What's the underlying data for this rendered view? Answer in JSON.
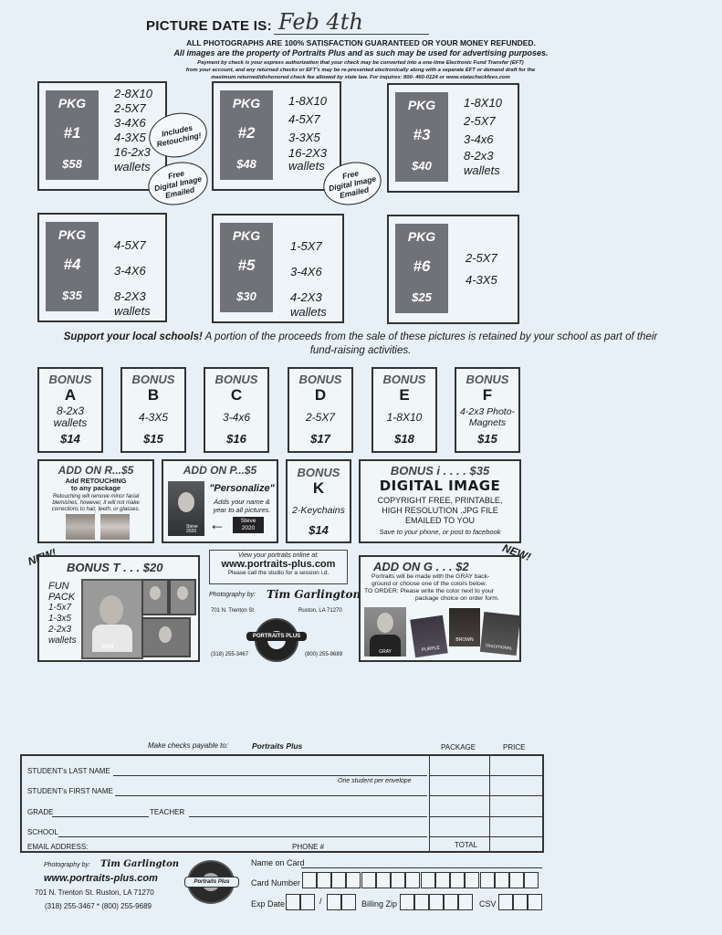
{
  "header": {
    "title": "PICTURE DATE IS:",
    "date_handwritten": "Feb 4th",
    "line1": "ALL PHOTOGRAPHS ARE 100% SATISFACTION GUARANTEED OR YOUR MONEY REFUNDED.",
    "line2": "All images are the property of Portraits Plus and as such may be used for advertising purposes.",
    "line3": "Payment by check is your express authorization that your check may be converted into a one-time Electronic Fund Transfer (EFT)",
    "line4": "from your account, and any returned checks or EFT's may be re-presented electronically along with a separate EFT or demand draft for the",
    "line5": "maximum returned/dishonored check fee allowed by state law. For inquires: 800- 460-0124 or www.statecheckfees.com"
  },
  "packages": [
    {
      "label": "PKG",
      "num": "#1",
      "price": "$58",
      "items": [
        "2-8X10",
        "2-5X7",
        "3-4X6",
        "4-3X5",
        "16-2x3",
        "wallets"
      ]
    },
    {
      "label": "PKG",
      "num": "#2",
      "price": "$48",
      "items": [
        "1-8X10",
        "4-5X7",
        "3-3X5",
        "16-2X3",
        "wallets"
      ]
    },
    {
      "label": "PKG",
      "num": "#3",
      "price": "$40",
      "items": [
        "1-8X10",
        "2-5X7",
        "3-4x6",
        "8-2x3",
        "wallets"
      ]
    },
    {
      "label": "PKG",
      "num": "#4",
      "price": "$35",
      "items": [
        "4-5X7",
        "3-4X6",
        "8-2X3",
        "wallets"
      ]
    },
    {
      "label": "PKG",
      "num": "#5",
      "price": "$30",
      "items": [
        "1-5X7",
        "3-4X6",
        "4-2X3",
        "wallets"
      ]
    },
    {
      "label": "PKG",
      "num": "#6",
      "price": "$25",
      "items": [
        "2-5X7",
        "4-3X5"
      ]
    }
  ],
  "ovals": {
    "retouch": [
      "Includes",
      "Retouching!"
    ],
    "digital1": [
      "Free",
      "Digital Image",
      "Emailed"
    ],
    "digital2": [
      "Free",
      "Digital Image",
      "Emailed"
    ]
  },
  "support": {
    "bold": "Support your local schools!",
    "text": " A portion of the proceeds from the sale of these pictures is retained by your school as part of their fund-raising activities."
  },
  "bonus": [
    {
      "title": "BONUS",
      "letter": "A",
      "desc": [
        "8-2x3",
        "wallets"
      ],
      "price": "$14"
    },
    {
      "title": "BONUS",
      "letter": "B",
      "desc": [
        "4-3X5"
      ],
      "price": "$15"
    },
    {
      "title": "BONUS",
      "letter": "C",
      "desc": [
        "3-4x6"
      ],
      "price": "$16"
    },
    {
      "title": "BONUS",
      "letter": "D",
      "desc": [
        "2-5X7"
      ],
      "price": "$17"
    },
    {
      "title": "BONUS",
      "letter": "E",
      "desc": [
        "1-8X10"
      ],
      "price": "$18"
    },
    {
      "title": "BONUS",
      "letter": "F",
      "desc": [
        "4-2x3 Photo-",
        "Magnets"
      ],
      "price": "$15"
    }
  ],
  "addon_r": {
    "title": "ADD ON R...$5",
    "sub1": "Add RETOUCHING",
    "sub2": "to any package",
    "note1": "Retouching will remove minor facial",
    "note2": "blemishes, however, it will not make",
    "note3": "corrections to hair, teeth, or glasses."
  },
  "addon_p": {
    "title": "ADD ON P...$5",
    "name": "\"Personalize\"",
    "l1": "Adds your name &",
    "l2": "year to all pictures.",
    "tag1": "Steve",
    "tag2": "2020"
  },
  "bonus_k": {
    "title": "BONUS",
    "letter": "K",
    "desc": "2-Keychains",
    "price": "$14"
  },
  "bonus_i": {
    "title": "BONUS i . . . . $35",
    "headline": "DIGITAL IMAGE",
    "l1": "COPYRIGHT FREE, PRINTABLE,",
    "l2": "HIGH RESOLUTION .JPG FILE",
    "l3": "EMAILED TO YOU",
    "l4": "Save to your phone, or post to facebook"
  },
  "bonus_t": {
    "new": "NEW!",
    "title": "BONUS T . . . $20",
    "items": [
      "FUN",
      "PACK",
      "1-5x7",
      "1-3x5",
      "2-2x3",
      "wallets"
    ],
    "year": "2019"
  },
  "online": {
    "l1": "View your portraits online at:",
    "url": "www.portraits-plus.com",
    "l2": "Please call the studio for a session i.d.",
    "photo_by": "Photography by:",
    "photographer": "Tim Garlington",
    "addr": "701 N. Trenton St",
    "city": "Ruston, LA 71270",
    "logo": "PORTRAITS PLUS",
    "phone1": "(318) 255-3467",
    "phone2": "(800) 255-9689"
  },
  "addon_g": {
    "new": "NEW!",
    "title": "ADD ON G . . . $2",
    "l1": "Portraits will be made with the GRAY back-",
    "l2": "ground or choose one of the colors below.",
    "l3": "TO ORDER: Please write the color next to your",
    "l4": "package choice on order form.",
    "colors": [
      "GRAY",
      "PURPLE",
      "BROWN",
      "TRADITIONAL"
    ]
  },
  "order": {
    "checks_label": "Make checks payable to:",
    "checks_to": "Portraits Plus",
    "col_package": "PACKAGE",
    "col_price": "PRICE",
    "last_name": "STUDENT's LAST NAME",
    "first_name": "STUDENT's FIRST NAME",
    "one_student": "One student per envelope",
    "grade": "GRADE",
    "teacher": "TEACHER",
    "school": "SCHOOL",
    "email": "EMAIL ADDRESS:",
    "phone": "PHONE #",
    "total": "TOTAL"
  },
  "footer": {
    "photo_by": "Photography by:",
    "photographer": "Tim Garlington",
    "url": "www.portraits-plus.com",
    "addr": "701 N. Trenton St.  Ruston, LA 71270",
    "phones": "(318) 255-3467  *  (800) 255-9689",
    "logo": "Portraits Plus",
    "name_on_card": "Name on Card",
    "card_number": "Card Number",
    "exp_date": "Exp Date",
    "slash": "/",
    "billing_zip": "Billing Zip",
    "csv": "CSV"
  }
}
